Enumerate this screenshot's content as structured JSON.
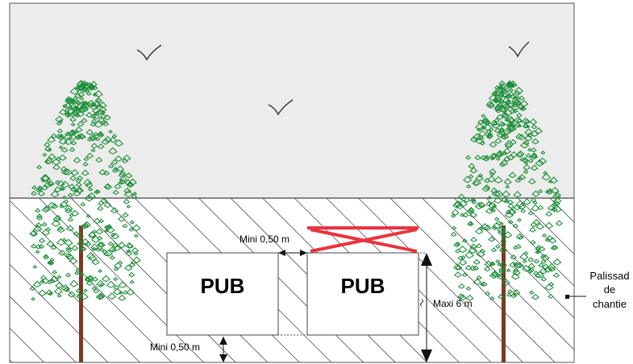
{
  "diagram": {
    "panels": [
      {
        "label": "PUB"
      },
      {
        "label": "PUB",
        "crossed_out": true
      }
    ],
    "dimensions": {
      "gap_between_panels": "Mini 0,50 m",
      "ground_clearance": "Mini 0,50 m",
      "max_height": "Maxi 6 m"
    },
    "legend": {
      "line1": "Palissad",
      "line2": "de",
      "line3": "chantie"
    },
    "colors": {
      "sky": "#ececec",
      "hatch": "#222222",
      "tree_foliage": "#1f8f3a",
      "tree_trunk": "#7a3a24",
      "cross": "#e8343f",
      "panel": "#ffffff"
    }
  }
}
